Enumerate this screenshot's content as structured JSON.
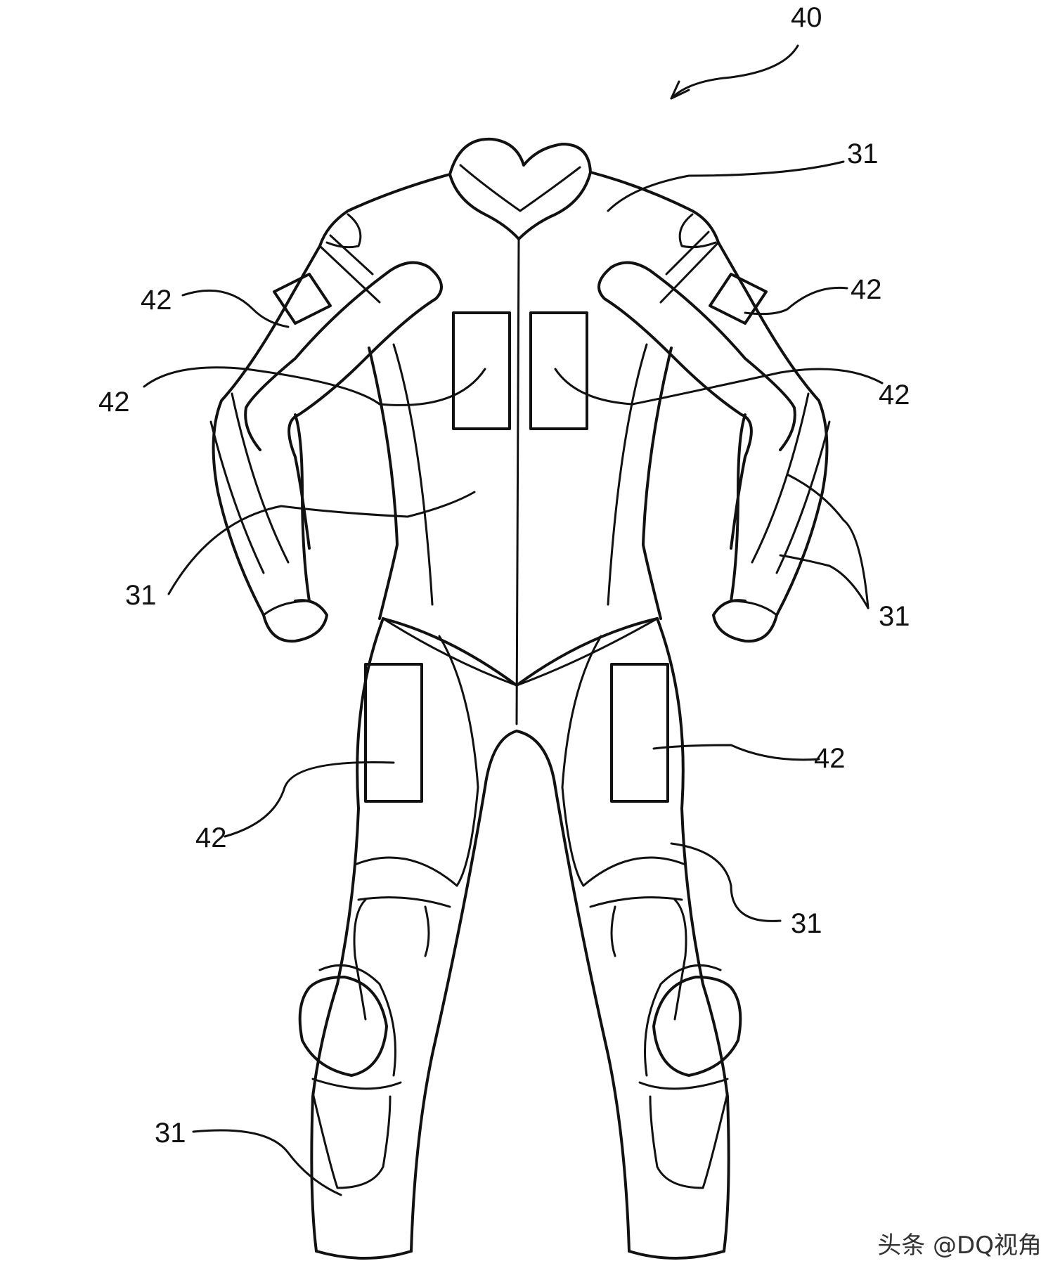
{
  "labels": {
    "suit": "40",
    "outer_shell": "31",
    "panel": "42"
  },
  "watermark": "头条 @DQ视角",
  "colors": {
    "line": "#111111",
    "background": "#ffffff"
  }
}
